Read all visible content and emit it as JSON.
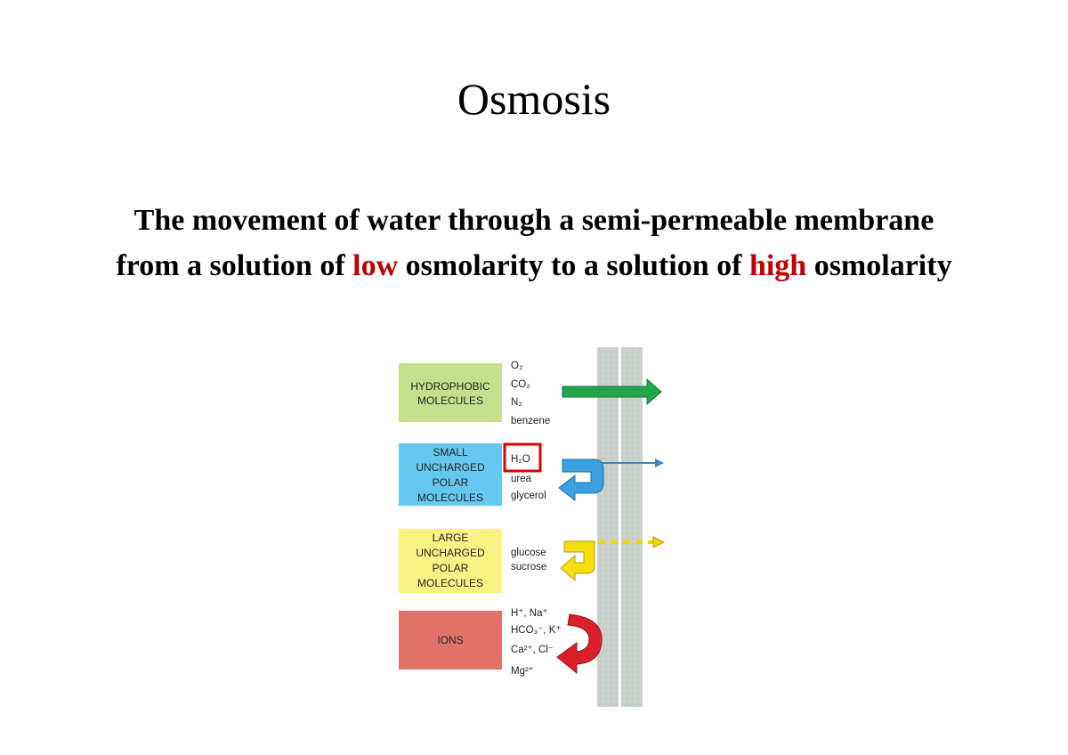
{
  "title": "Osmosis",
  "definition": {
    "part1": "The movement of water through a semi-permeable membrane from a solution of ",
    "low": "low",
    "part2": " osmolarity to a solution of ",
    "high": "high",
    "part3": " osmolarity",
    "highlight_color": "#c00000"
  },
  "figure": {
    "groups": [
      {
        "label_lines": [
          "HYDROPHOBIC",
          "MOLECULES"
        ],
        "color": "#c6df8c",
        "molecules": [
          "O₂",
          "CO₂",
          "N₂",
          "benzene"
        ],
        "arrow": "passes through membrane",
        "arrow_color": "#22a64a"
      },
      {
        "label_lines": [
          "SMALL",
          "UNCHARGED",
          "POLAR",
          "MOLECULES"
        ],
        "color": "#66c7ef",
        "molecules": [
          "H₂O",
          "urea",
          "glycerol"
        ],
        "highlighted_molecule": "H₂O",
        "highlight_color": "#e00000",
        "arrow": "partially passes through membrane",
        "arrow_color": "#3a9ad9"
      },
      {
        "label_lines": [
          "LARGE",
          "UNCHARGED",
          "POLAR",
          "MOLECULES"
        ],
        "color": "#fbf184",
        "molecules": [
          "glucose",
          "sucrose"
        ],
        "arrow": "mostly reflected, trace passes",
        "arrow_color": "#f2d400"
      },
      {
        "label_lines": [
          "IONS"
        ],
        "color": "#e27268",
        "molecules": [
          "H⁺, Na⁺",
          "HCO₃⁻, K⁺",
          "Ca²⁺, Cl⁻",
          "Mg²⁺"
        ],
        "arrow": "reflected",
        "arrow_color": "#d9202a"
      }
    ],
    "membrane_color": "#c9cfcb"
  }
}
